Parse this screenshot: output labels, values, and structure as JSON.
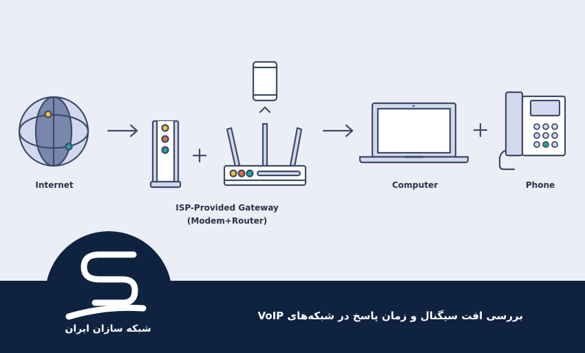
{
  "diagram": {
    "internet_label": "Internet",
    "gateway_label_line1": "ISP-Provided Gateway",
    "gateway_label_line2": "(Modem+Router)",
    "computer_label": "Computer",
    "phone_label": "Phone",
    "colors": {
      "stroke": "#3d4a66",
      "fill_light": "#d2d9ee",
      "fill_mid": "#9aa6c8",
      "globe_fill": "#7a87ad",
      "yellow": "#f2c236",
      "orange": "#e66a35",
      "teal": "#1fa99a"
    }
  },
  "banner": {
    "title": "بررسی افت سیگنال و زمان پاسخ در شبکه‌های VoIP",
    "logo_text": "شبکه سازان ایران",
    "background": "#0f2340"
  }
}
